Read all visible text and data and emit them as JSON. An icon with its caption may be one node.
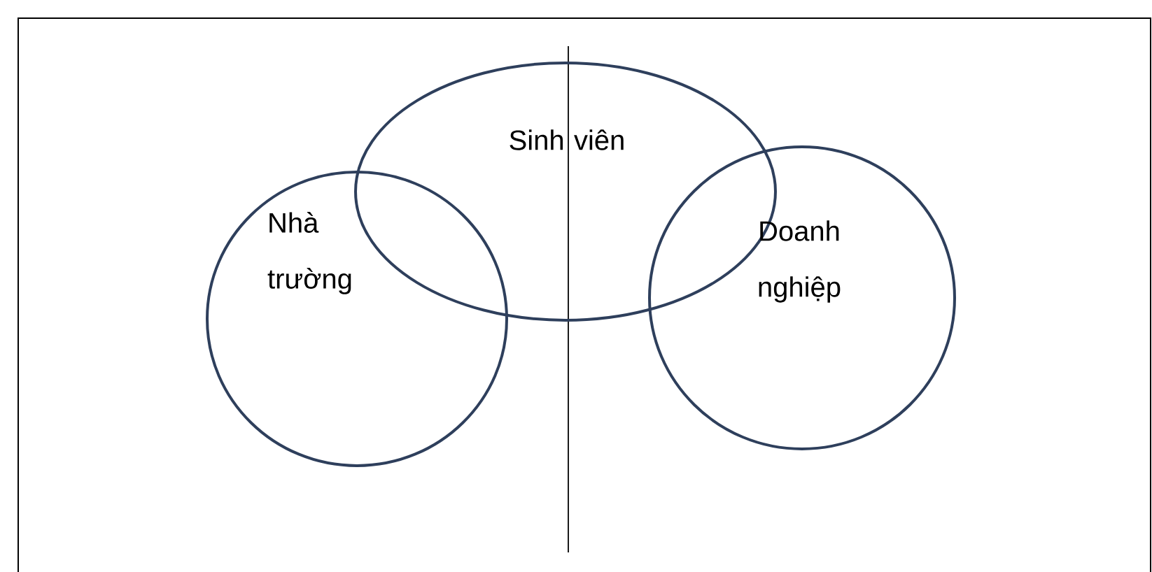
{
  "diagram": {
    "nodes": [
      {
        "text": [
          "Sinh viên"
        ]
      },
      {
        "text": [
          "Nhà trường"
        ]
      },
      {
        "text": [
          "Doanh nghiệp"
        ]
      }
    ],
    "edges": []
  }
}
